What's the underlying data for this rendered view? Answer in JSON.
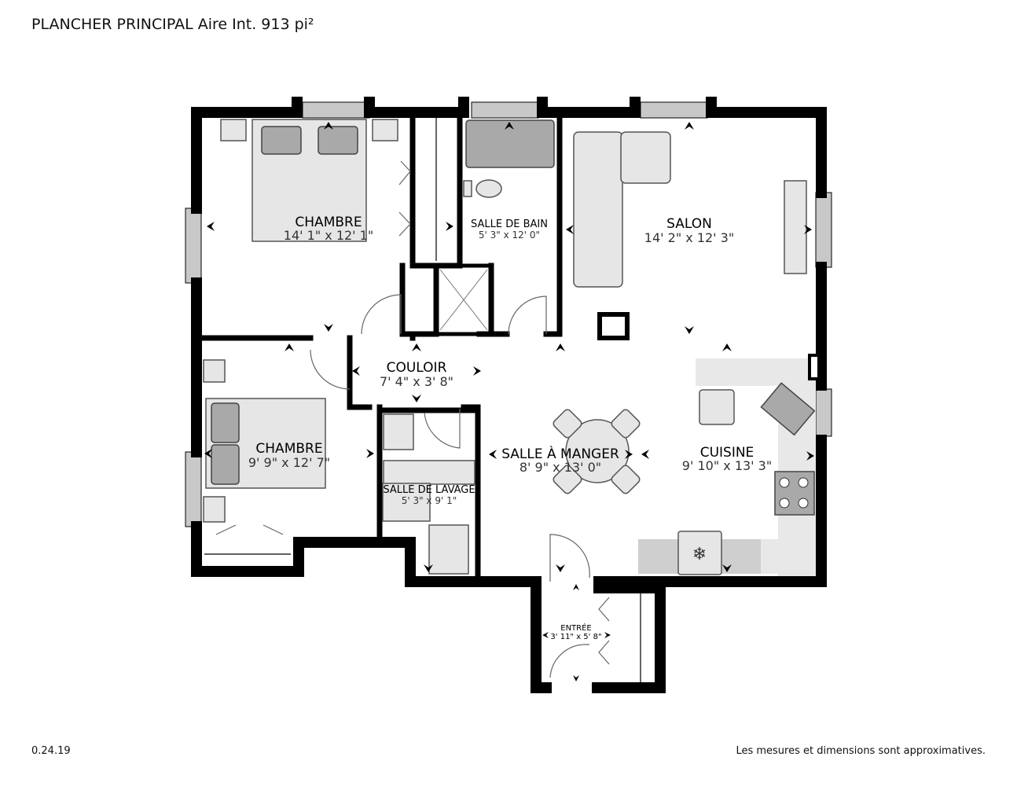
{
  "header": {
    "title": "PLANCHER PRINCIPAL Aire Int. 913 pi²"
  },
  "footer": {
    "version": "0.24.19",
    "disclaimer": "Les mesures et dimensions sont approximatives."
  },
  "rooms": [
    {
      "name": "CHAMBRE",
      "dimensions": "14' 1\" x 12' 1\""
    },
    {
      "name": "SALLE DE BAIN",
      "dimensions": "5' 3\" x 12' 0\""
    },
    {
      "name": "SALON",
      "dimensions": "14' 2\" x 12' 3\""
    },
    {
      "name": "COULOIR",
      "dimensions": "7' 4\" x 3' 8\""
    },
    {
      "name": "CHAMBRE",
      "dimensions": "9' 9\" x 12' 7\""
    },
    {
      "name": "SALLE À MANGER",
      "dimensions": "8' 9\" x 13' 0\""
    },
    {
      "name": "CUISINE",
      "dimensions": "9' 10\" x 13' 3\""
    },
    {
      "name": "SALLE DE LAVAGE",
      "dimensions": "5' 3\" x 9' 1\""
    },
    {
      "name": "ENTRÉE",
      "dimensions": "3' 11\" x 5' 8\""
    }
  ],
  "colors": {
    "wall": "#000000",
    "furniture": "#e6e6e6",
    "window": "#c8c8c8"
  }
}
